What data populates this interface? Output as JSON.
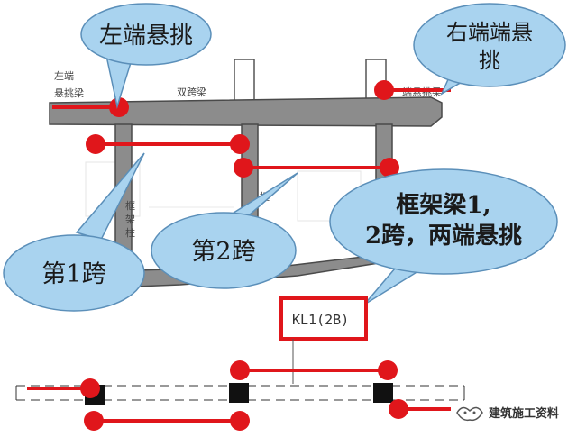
{
  "scan_labels": {
    "left_end": "左端",
    "cantilever_beam": "悬挑梁",
    "double_span_beam": "双跨梁",
    "right_end_beam": "端悬挑梁",
    "frame_column_1": "框",
    "frame_column_2": "架",
    "frame_column_3": "柱",
    "frame_column_b": "框"
  },
  "callouts": {
    "left_cantilever": "左端悬挑",
    "right_cantilever_line1": "右端端悬",
    "right_cantilever_line2": "挑",
    "span1": "第1跨",
    "span2": "第2跨",
    "frame_beam_line1": "框架梁1,",
    "frame_beam_line2": "2跨，两端悬挑"
  },
  "beam_tag": "KL1(2B)",
  "watermark": "建筑施工资料",
  "colors": {
    "accent_red": "#e0161b",
    "callout_fill": "#a9d3ef",
    "callout_stroke": "#5b8fb9",
    "structure_fill": "#8c8c8c",
    "structure_stroke": "#4a4a4a"
  }
}
